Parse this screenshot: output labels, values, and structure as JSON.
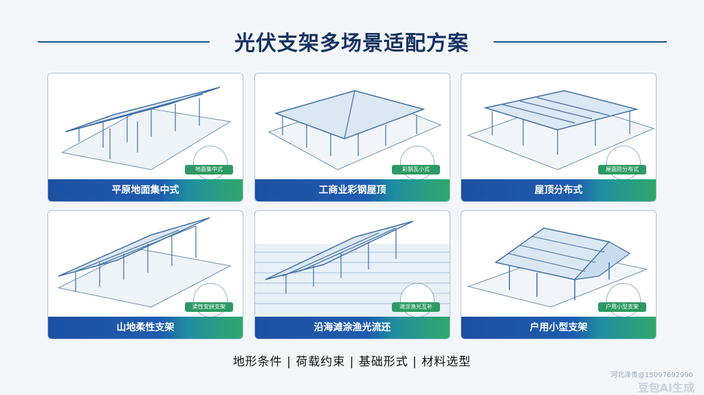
{
  "title": "光伏支架多场景适配方案",
  "cards": [
    {
      "label": "平原地面集中式",
      "badge": "地面集中式"
    },
    {
      "label": "工商业彩钢屋顶",
      "badge": "彩钢瓦小式"
    },
    {
      "label": "屋顶分布式",
      "badge": "屋面防分布式"
    },
    {
      "label": "山地柔性支架",
      "badge": "柔性安拼支架"
    },
    {
      "label": "沿海滩涂渔光流还",
      "badge": "滩涂渔光互补"
    },
    {
      "label": "户用小型支架",
      "badge": "户用小型支架"
    }
  ],
  "footer": "地形条件 | 荷载约束 | 基础形式 | 材料选型",
  "watermark": {
    "line1": "河北泽贵@15097692990",
    "line2": "豆包AI生成"
  },
  "colors": {
    "accent": "#1d4fa0",
    "green": "#2fa86a",
    "line": "#3d6ea6"
  }
}
